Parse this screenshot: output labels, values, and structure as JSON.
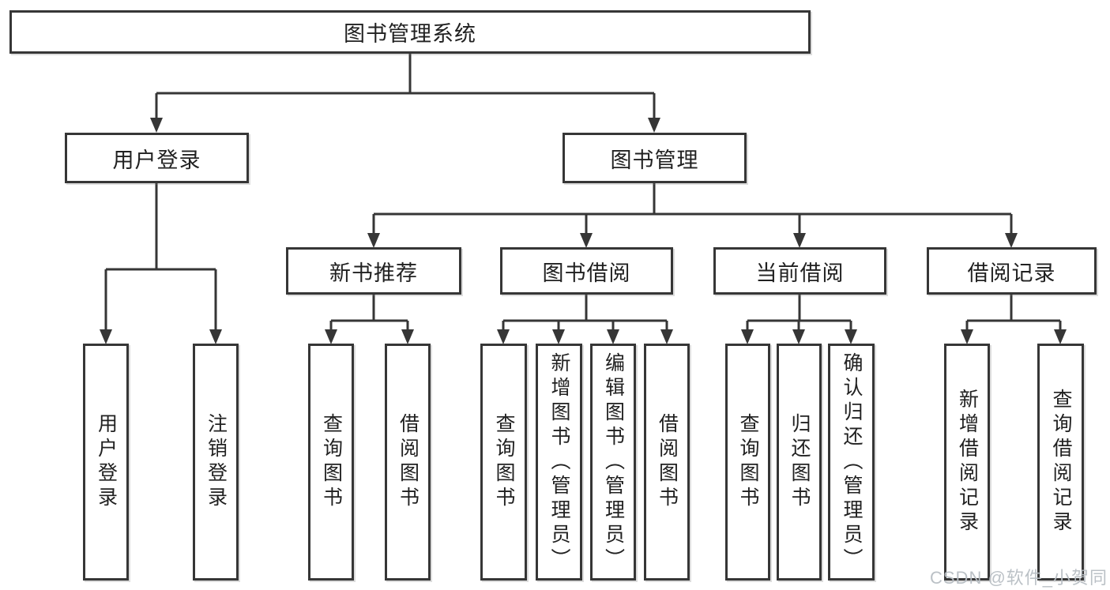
{
  "colors": {
    "line": "#363636",
    "text": "#212121",
    "background": "#ffffff",
    "watermark": "#b8bec4"
  },
  "tree": {
    "root": {
      "label": "图书管理系统"
    },
    "branches": [
      {
        "label": "用户登录",
        "leaves": [
          {
            "label": "用户登录"
          },
          {
            "label": "注销登录"
          }
        ]
      },
      {
        "label": "图书管理",
        "groups": [
          {
            "label": "新书推荐",
            "leaves": [
              {
                "label": "查询图书"
              },
              {
                "label": "借阅图书"
              }
            ]
          },
          {
            "label": "图书借阅",
            "leaves": [
              {
                "label": "查询图书"
              },
              {
                "label": "新增图书（管理员）"
              },
              {
                "label": "编辑图书（管理员）"
              },
              {
                "label": "借阅图书"
              }
            ]
          },
          {
            "label": "当前借阅",
            "leaves": [
              {
                "label": "查询图书"
              },
              {
                "label": "归还图书"
              },
              {
                "label": "确认归还（管理员）"
              }
            ]
          },
          {
            "label": "借阅记录",
            "leaves": [
              {
                "label": "新增借阅记录"
              },
              {
                "label": "查询借阅记录"
              }
            ]
          }
        ]
      }
    ]
  },
  "watermark": {
    "text": "CSDN @软件_小贺同学"
  }
}
